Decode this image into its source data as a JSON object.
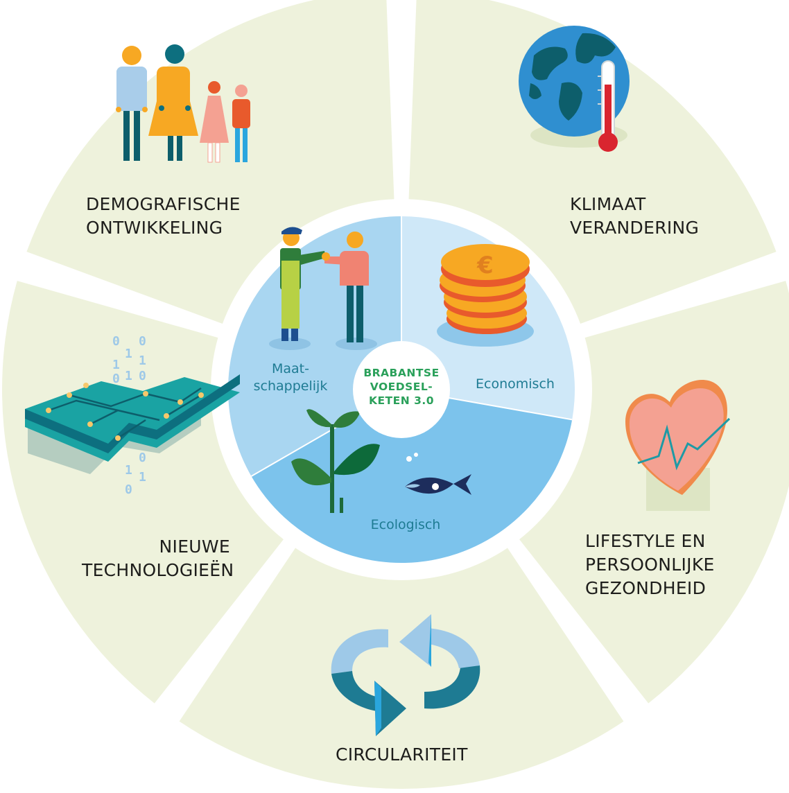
{
  "colors": {
    "outer_ring": "#eef2dc",
    "inner_social": "#a9d6f1",
    "inner_economic": "#cfe8f8",
    "inner_ecological": "#7cc3ec",
    "hub_text": "#2aa05a",
    "inner_text": "#1e7b93",
    "outer_text": "#1d1d1b"
  },
  "outer_segments": [
    {
      "lines": [
        "DEMOGRAFISCHE",
        "ONTWIKKELING"
      ],
      "icon": "family-icon"
    },
    {
      "lines": [
        "KLIMAAT",
        "VERANDERING"
      ],
      "icon": "globe-thermometer-icon"
    },
    {
      "lines": [
        "LIFESTYLE EN",
        "PERSOONLIJKE",
        "GEZONDHEID"
      ],
      "icon": "heart-heartbeat-icon"
    },
    {
      "lines": [
        "CIRCULARITEIT"
      ],
      "icon": "recycle-arrows-icon"
    },
    {
      "lines": [
        "NIEUWE",
        "TECHNOLOGIEËN"
      ],
      "icon": "circuit-board-icon"
    }
  ],
  "inner_segments": [
    {
      "lines": [
        "Maat-",
        "schappelijk"
      ],
      "icon": "handshake-people-icon"
    },
    {
      "lines": [
        "Economisch"
      ],
      "icon": "euro-coins-icon"
    },
    {
      "lines": [
        "Ecologisch"
      ],
      "icon": "plant-fish-icon"
    }
  ],
  "center": {
    "lines": [
      "BRABANTSE",
      "VOEDSEL-",
      "KETEN 3.0"
    ]
  }
}
